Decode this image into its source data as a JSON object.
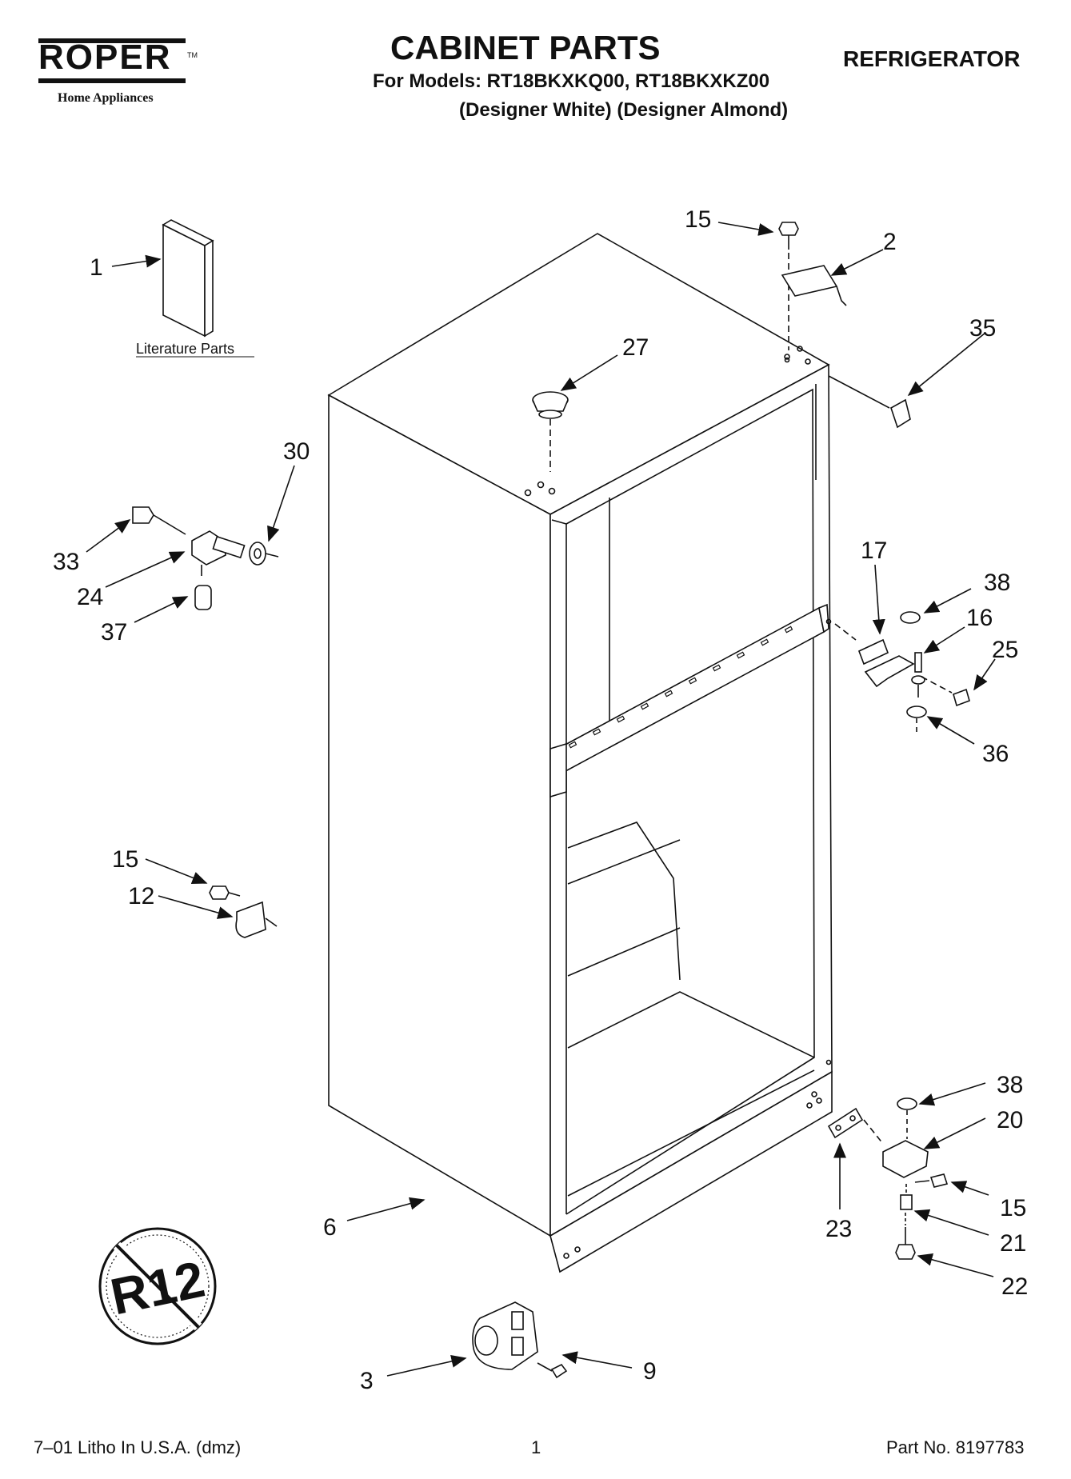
{
  "header": {
    "brand": "ROPER",
    "brand_sub": "Home Appliances",
    "brand_tm": "TM",
    "title": "CABINET PARTS",
    "models_line": "For Models: RT18BKXKQ00, RT18BKXKZ00",
    "variants_line": "(Designer White)   (Designer Almond)",
    "category": "REFRIGERATOR"
  },
  "diagram": {
    "literature_label": "Literature Parts",
    "badge_text": "R12",
    "callouts": [
      "1",
      "15",
      "2",
      "35",
      "27",
      "30",
      "33",
      "24",
      "37",
      "17",
      "38",
      "16",
      "25",
      "36",
      "15",
      "12",
      "38",
      "20",
      "15",
      "21",
      "22",
      "23",
      "6",
      "3",
      "9"
    ]
  },
  "footer": {
    "left": "7–01 Litho In U.S.A. (dmz)",
    "page": "1",
    "right": "Part No. 8197783"
  }
}
